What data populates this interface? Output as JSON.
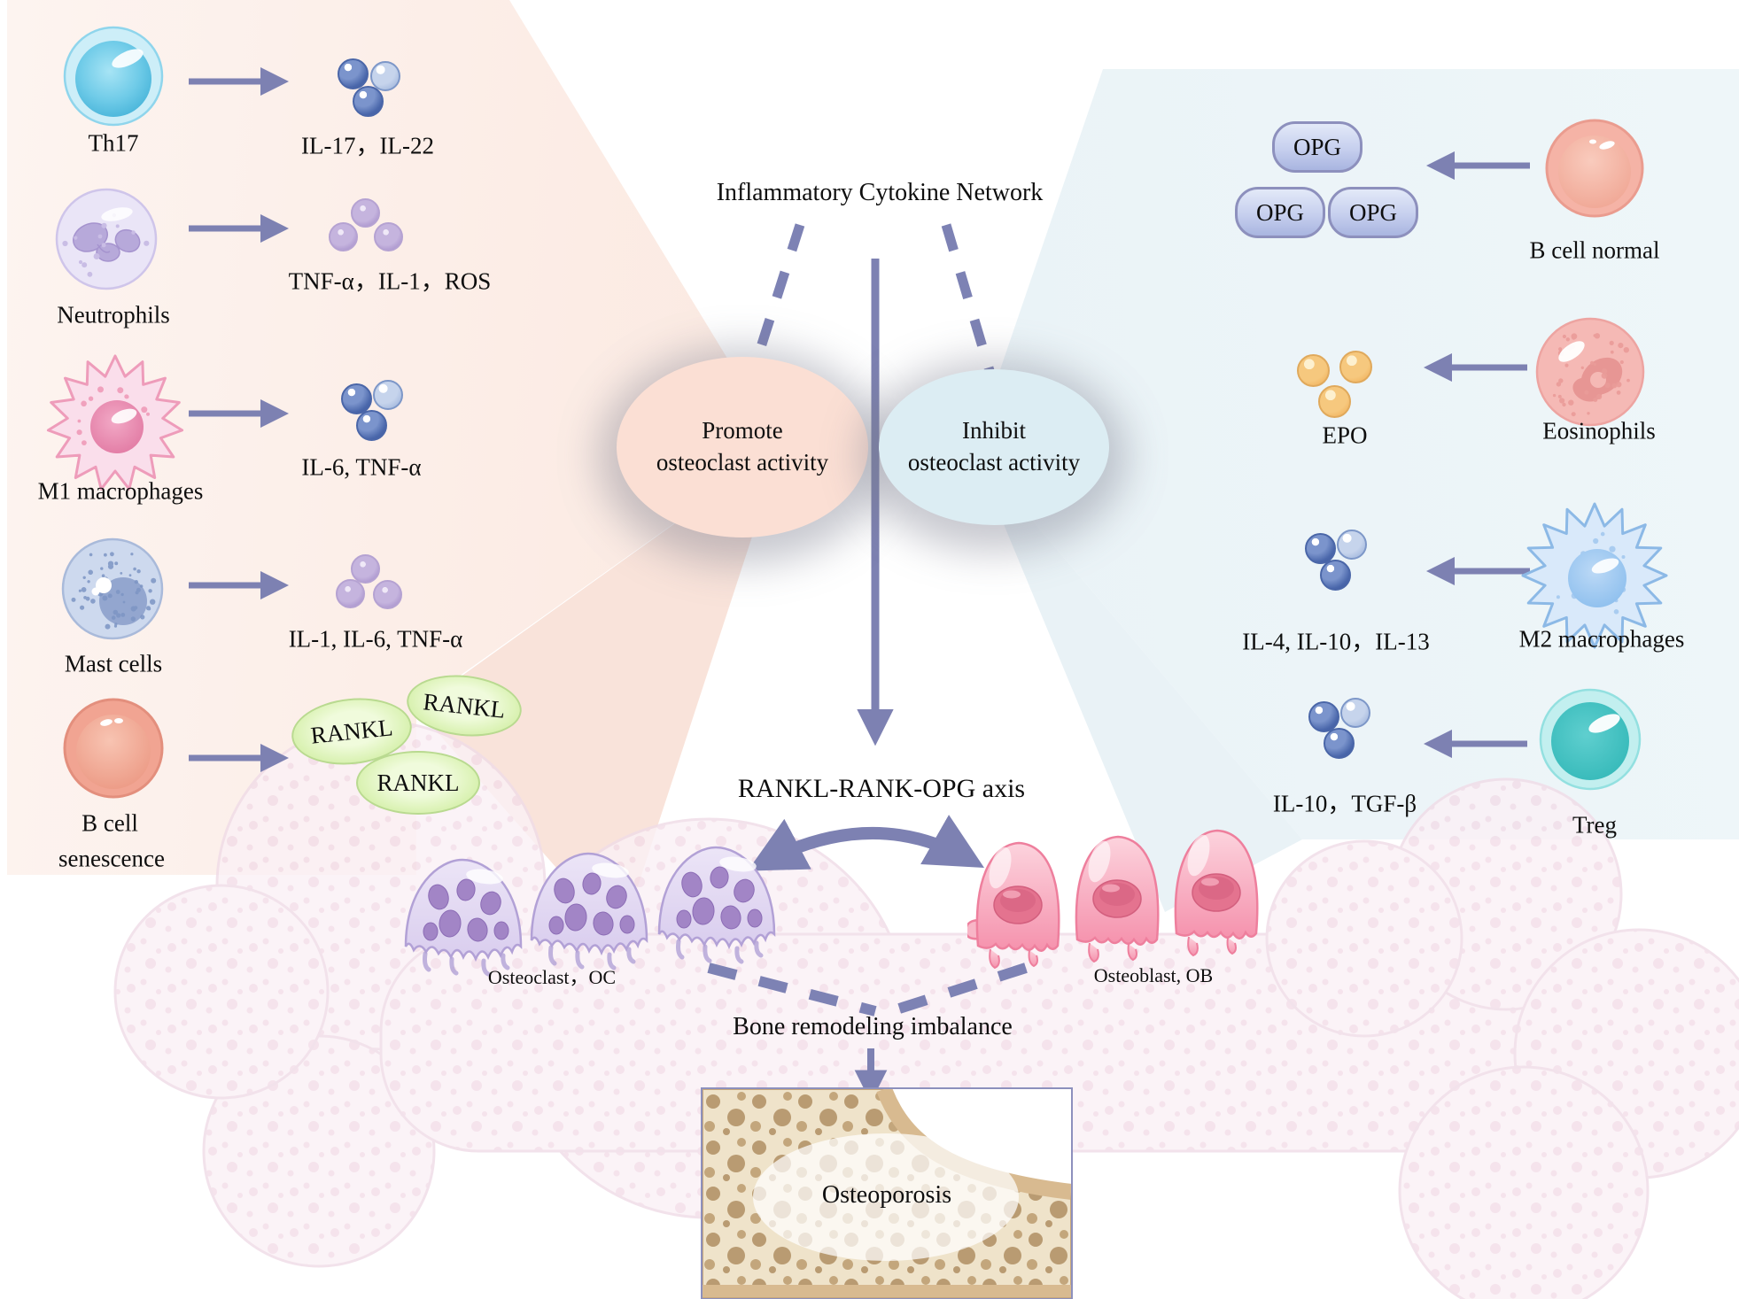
{
  "title": "Inflammatory Cytokine Network",
  "center": {
    "promote_line1": "Promote",
    "promote_line2": "osteoclast activity",
    "inhibit_line1": "Inhibit",
    "inhibit_line2": "osteoclast activity",
    "axis_label": "RANKL-RANK-OPG axis",
    "imbalance_label": "Bone remodeling imbalance",
    "osteoporosis_label": "Osteoporosis",
    "osteoclast_label": "Osteoclast，OC",
    "osteoblast_label": "Osteoblast, OB"
  },
  "left_panel": {
    "role": "Promote osteoclast activity",
    "rows": [
      {
        "cell": "Th17",
        "products": "IL-17，IL-22"
      },
      {
        "cell": "Neutrophils",
        "products": "TNF-α，IL-1，ROS"
      },
      {
        "cell": "M1 macrophages",
        "products": "IL-6, TNF-α"
      },
      {
        "cell": "Mast cells",
        "products": "IL-1, IL-6, TNF-α"
      },
      {
        "cell": "B cell senescence",
        "cell_line1": "B cell",
        "cell_line2": "senescence",
        "products": "RANKL"
      }
    ]
  },
  "right_panel": {
    "role": "Inhibit osteoclast activity",
    "rows": [
      {
        "cell": "B cell normal",
        "products": "OPG"
      },
      {
        "cell": "Eosinophils",
        "products": "EPO"
      },
      {
        "cell": "M2 macrophages",
        "products": "IL-4, IL-10，IL-13"
      },
      {
        "cell": "Treg",
        "products": "IL-10，TGF-β"
      }
    ]
  },
  "badges": {
    "rankl": [
      "RANKL",
      "RANKL",
      "RANKL"
    ],
    "opg": [
      "OPG",
      "OPG",
      "OPG"
    ]
  },
  "colors": {
    "arrow": "#7d81b2",
    "promote_fill": "#fbdfd4",
    "inhibit_fill": "#dcedf3",
    "rankl_fill": "#d3efa6",
    "opg_fill": "#c6cfee",
    "left_beam": "#f9e2d8",
    "right_beam": "#e9f2f6"
  }
}
